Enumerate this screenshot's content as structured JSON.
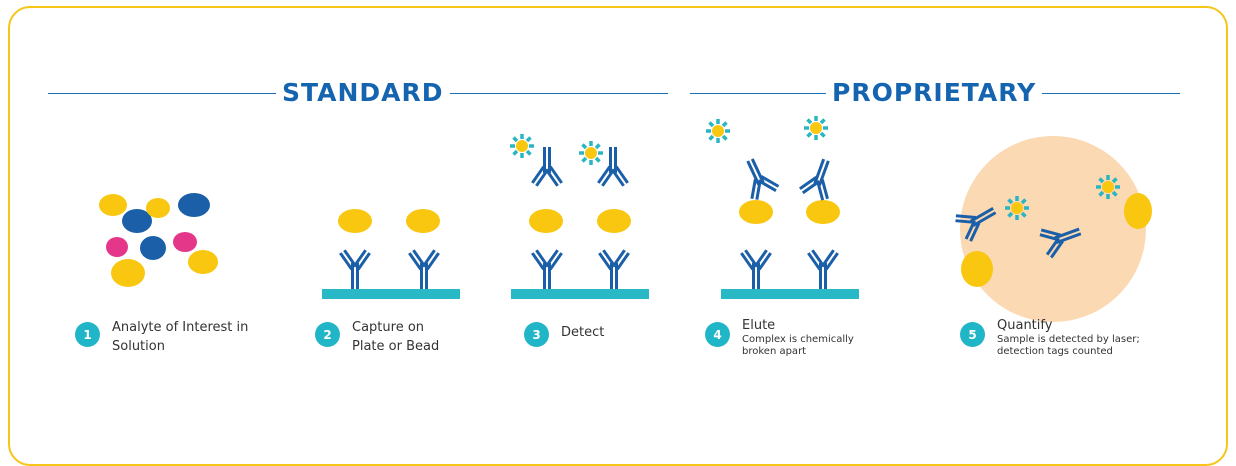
{
  "sections": {
    "standard": "STANDARD",
    "proprietary": "PROPRIETARY"
  },
  "steps": [
    {
      "number": "1",
      "label_line1": "Analyte of Interest in",
      "label_line2": "Solution"
    },
    {
      "number": "2",
      "label_line1": "Capture on",
      "label_line2": "Plate or Bead"
    },
    {
      "number": "3",
      "label": "Detect"
    },
    {
      "number": "4",
      "label": "Elute",
      "sub_line1": "Complex is  chemically",
      "sub_line2": "broken apart"
    },
    {
      "number": "5",
      "label": "Quantify",
      "sub_line1": "Sample is detected by laser;",
      "sub_line2": "detection tags counted"
    }
  ],
  "colors": {
    "border": "#f5c518",
    "title": "#1564b0",
    "antibody": "#1a5fa8",
    "plate": "#29b8c6",
    "analyte_yellow": "#f9c710",
    "analyte_blue": "#1a5fa8",
    "analyte_pink": "#e5378a",
    "tag": "#2bb5c1",
    "laser_circle": "#fbd9b3"
  }
}
